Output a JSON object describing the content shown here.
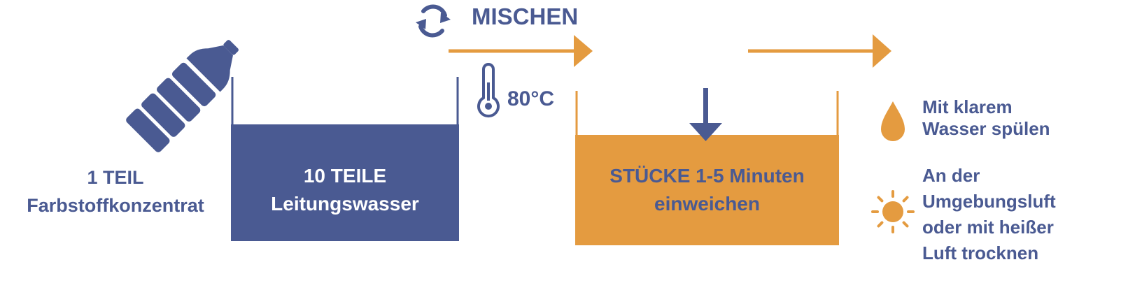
{
  "colors": {
    "navy": "#4a5a92",
    "orange": "#e49b40",
    "white": "#ffffff"
  },
  "icons": {
    "bottle": "bottle-icon",
    "mix": "refresh-cycle-icon",
    "thermometer": "thermometer-icon",
    "down_arrow": "arrow-down-icon",
    "drop": "water-drop-icon",
    "sun": "sun-icon"
  },
  "step1": {
    "line1": "1 TEIL",
    "line2": "Farbstoffkonzentrat"
  },
  "step2": {
    "line1": "10 TEILE",
    "line2": "Leitungswasser"
  },
  "mix": {
    "label": "MISCHEN",
    "temperature": "80°C"
  },
  "step3": {
    "line1": "STÜCKE 1-5 Minuten",
    "line2": "einweichen"
  },
  "step4": {
    "rinse_line1": "Mit klarem",
    "rinse_line2": "Wasser spülen",
    "dry_line1": "An der",
    "dry_line2": "Umgebungsluft",
    "dry_line3": "oder mit heißer",
    "dry_line4": "Luft trocknen"
  }
}
